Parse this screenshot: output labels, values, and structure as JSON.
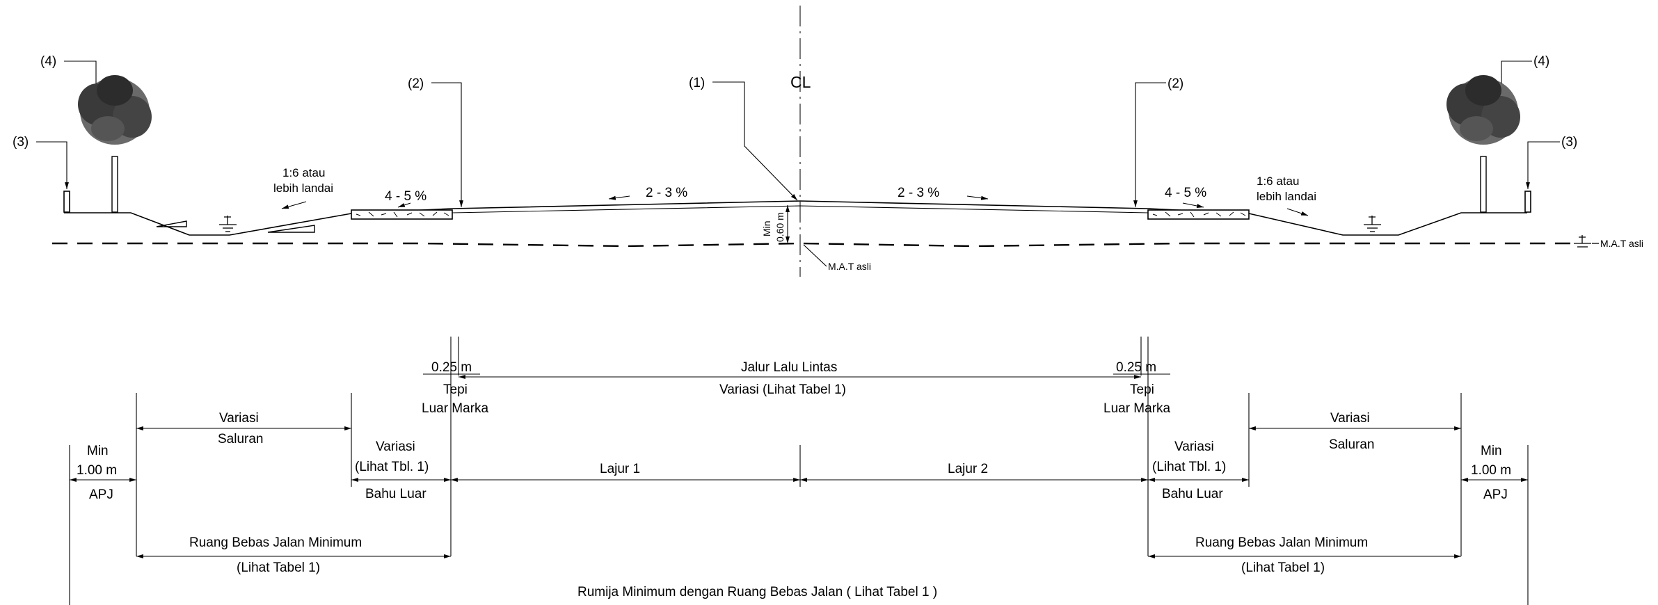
{
  "section": {
    "centerline_symbol": "CL",
    "callouts": {
      "c1": "(1)",
      "c2": "(2)",
      "c3": "(3)",
      "c4": "(4)"
    },
    "slope_pavement": "2 - 3 %",
    "slope_shoulder": "4 - 5 %",
    "slope_side_line1": "1:6 atau",
    "slope_side_line2": "lebih landai",
    "min_depth_word": "Min",
    "min_depth_value": "0.60 m",
    "mat_label": "M.A.T asli"
  },
  "dimensions": {
    "edge_width": "0.25 m",
    "tepi_line1": "Tepi",
    "tepi_line2": "Luar Marka",
    "traffic_lane_title": "Jalur Lalu Lintas",
    "traffic_lane_sub": "Variasi  (Lihat Tabel 1)",
    "channel_title": "Variasi",
    "channel_sub": "Saluran",
    "apj_min": "Min",
    "apj_width": "1.00 m",
    "apj_label": "APJ",
    "shoulder_title": "Variasi",
    "shoulder_ref": "(Lihat Tbl. 1)",
    "shoulder_label": "Bahu Luar",
    "lane1": "Lajur 1",
    "lane2": "Lajur 2",
    "clearance_title": "Ruang Bebas Jalan Minimum",
    "clearance_ref": "(Lihat Tabel 1)",
    "rumija": "Rumija Minimum dengan Ruang Bebas Jalan ( Lihat Tabel 1 )"
  }
}
